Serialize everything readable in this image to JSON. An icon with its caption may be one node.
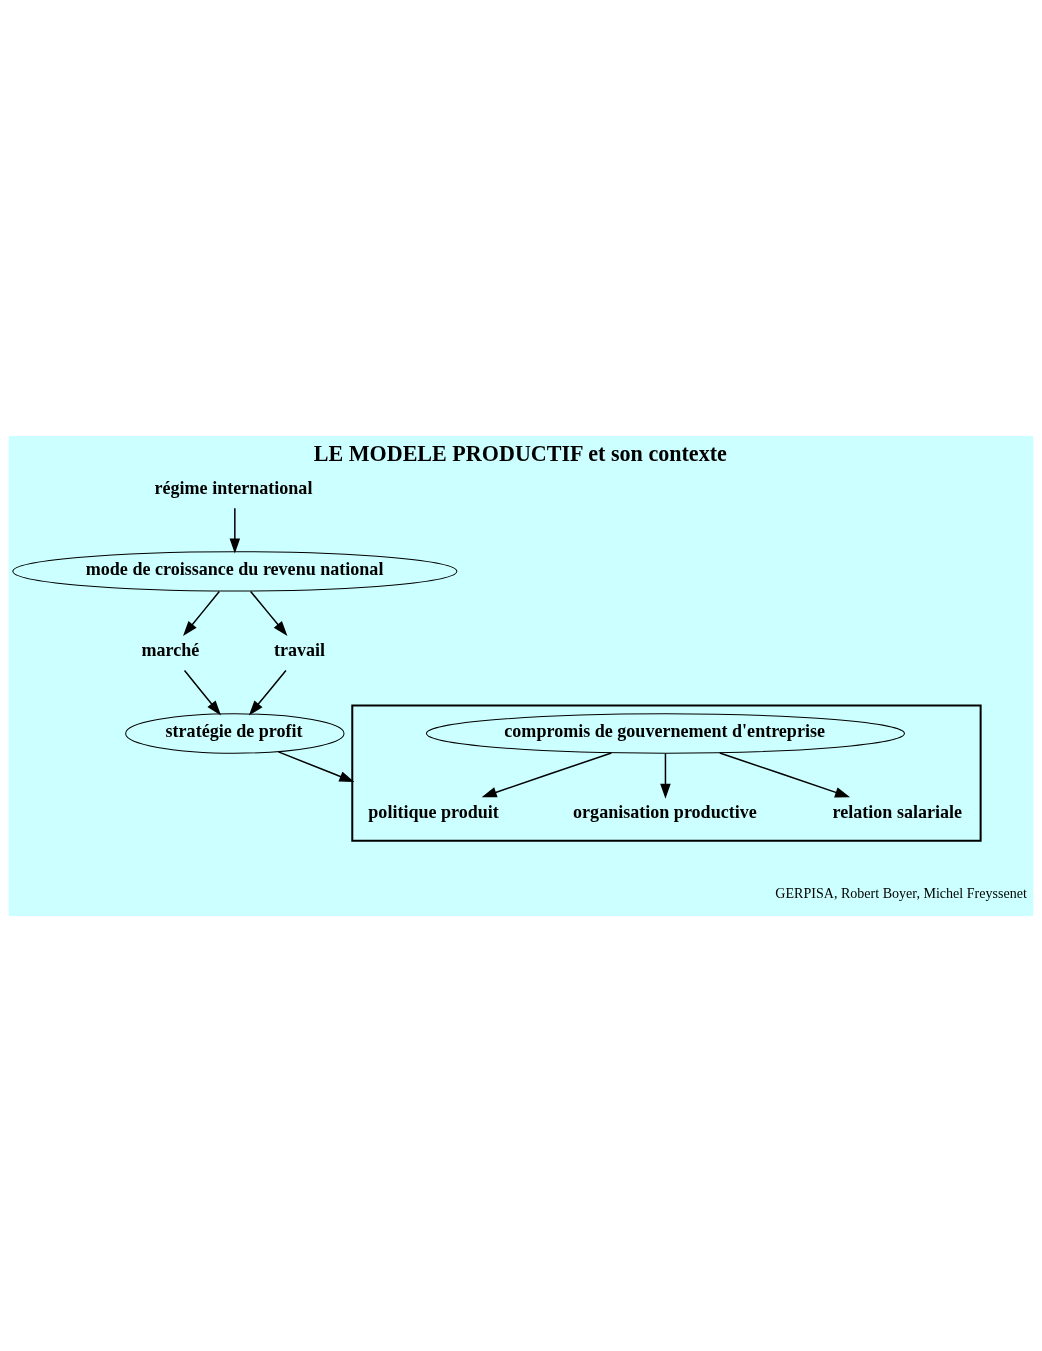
{
  "diagram": {
    "title": "LE MODELE PRODUCTIF et son contexte",
    "nodes": [
      {
        "text": [
          "régime international"
        ]
      },
      {
        "text": [
          "mode de croissance du revenu national"
        ]
      },
      {
        "text": [
          "marché"
        ]
      },
      {
        "text": [
          "travail"
        ]
      },
      {
        "text": [
          "stratégie de profit"
        ]
      },
      {
        "text": [],
        "shape": "triangle"
      },
      {
        "text": [
          "politique produit"
        ],
        "in": 5
      },
      {
        "text": [
          "compromis de gouvernement d'entreprise"
        ],
        "in": 5
      },
      {
        "text": [
          "organisation productive"
        ],
        "in": 5
      },
      {
        "text": [
          "relation salariale"
        ],
        "in": 5
      }
    ],
    "edges": [
      {
        "from": 0,
        "to": 1,
        "arrow": "to"
      },
      {
        "from": 1,
        "to": 2,
        "arrow": "to"
      },
      {
        "from": 1,
        "to": 3,
        "arrow": "to"
      },
      {
        "from": 2,
        "to": 4,
        "arrow": "to"
      },
      {
        "from": 3,
        "to": 4,
        "arrow": "to"
      },
      {
        "from": 4,
        "to": 5,
        "arrow": "to"
      },
      {
        "from": 7,
        "to": 6,
        "arrow": "to"
      },
      {
        "from": 7,
        "to": 8,
        "arrow": "to"
      },
      {
        "from": 7,
        "to": 9,
        "arrow": "to"
      }
    ],
    "labels": [
      "GERPISA, Robert Boyer, Michel Freyssenet"
    ]
  }
}
